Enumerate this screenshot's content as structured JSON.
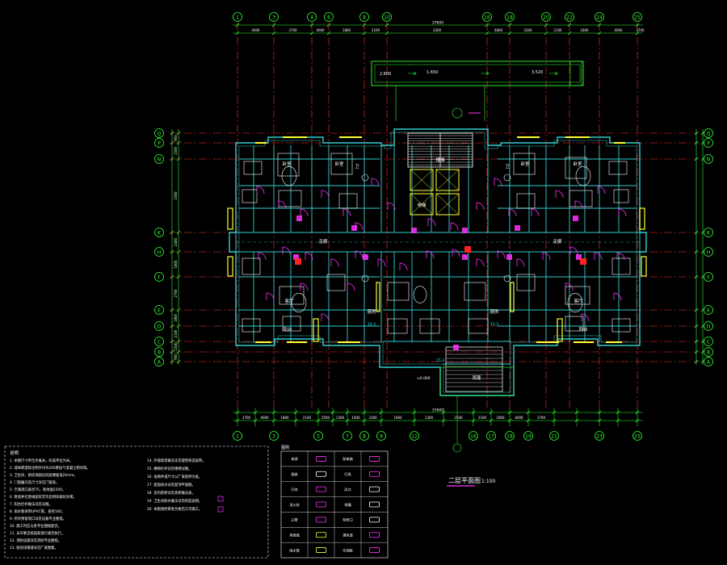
{
  "drawing": {
    "title": "二层平面图",
    "scale": "1:100",
    "colors": {
      "background": "#000000",
      "grid_axis": "#ff3333",
      "dimension": "#33ff33",
      "wall": "#33cccc",
      "door": "#ff33ff",
      "window": "#ffff33",
      "furniture": "#ffffff",
      "text": "#ffffff",
      "accent_cyan": "#00ffff"
    }
  },
  "axes": {
    "top": [
      "1",
      "3",
      "4",
      "6",
      "8",
      "10",
      "16",
      "18",
      "20",
      "22",
      "24",
      "25"
    ],
    "bottom": [
      "1",
      "3",
      "5",
      "7",
      "8",
      "9",
      "12",
      "16",
      "17",
      "18",
      "19",
      "21",
      "23",
      "25"
    ],
    "left": [
      "Q",
      "P",
      "N",
      "K",
      "H",
      "F",
      "E",
      "D",
      "C",
      "B",
      "A"
    ],
    "right": [
      "Q",
      "P",
      "N",
      "K",
      "H",
      "F",
      "E",
      "D",
      "C",
      "B",
      "A"
    ]
  },
  "dimensions": {
    "overall_top": "37600",
    "overall_bottom": "37600",
    "top_segments": [
      "4000",
      "3700",
      "4000",
      "1800",
      "2100",
      "3300",
      "4800",
      "3300",
      "2100",
      "1800",
      "4000",
      "3700"
    ],
    "bottom_segments": [
      "3700",
      "4000",
      "1800",
      "2100",
      "2500",
      "1300",
      "1600",
      "3300",
      "1600",
      "1300",
      "2500",
      "2100",
      "1800",
      "4000",
      "3700"
    ],
    "left_segments": [
      "900",
      "1500",
      "3300",
      "2400",
      "1800",
      "2700",
      "1800",
      "2100",
      "1500",
      "900"
    ]
  },
  "labels": {
    "room": "卧室",
    "living": "客厅",
    "kitchen": "厨房",
    "bath": "卫",
    "balcony": "阳台",
    "corridor": "走廊",
    "stair": "楼梯",
    "elevator": "电梯",
    "canopy": "雨篷",
    "top_note_1": "2.800",
    "top_note_2": "1.650",
    "top_note_3": "3.520",
    "room_area": "15.3",
    "level": "±0.000"
  },
  "notes": {
    "heading": "说明",
    "lines": [
      "1. 本图尺寸单位为毫米，标高单位为米。",
      "2. 墙体厚度除注明外均为200厚加气混凝土砌块墙。",
      "3. 卫生间、厨房地面比同层楼面低20mm。",
      "4. 门窗编号及尺寸详见门窗表。",
      "5. 空调洞口直径75，距地面2200。",
      "6. 管道井在管线安装完毕后用同级砼封堵。",
      "7. 阳台栏杆做法详见详图。",
      "8. 雨水管采用UPVC管，直径100。",
      "9. 所有预留洞口详见设备专业图纸。",
      "10. 施工时应与各专业图纸配合。",
      "11. 未尽事宜按国家现行规范执行。",
      "12. 消防设施详见消防专业图纸。",
      "13. 厨房排烟道详见厂家图集。"
    ],
    "lines_right": [
      "14. 外墙保温做法详见建筑构造说明。",
      "15. 楼梯栏杆详见楼梯详图。",
      "16. 电梯井道尺寸以厂家提供为准。",
      "17. 屋面排水详见屋顶平面图。",
      "18. 室内装修详见装修做法表。",
      "19. 卫生间防水做法详见构造说明。",
      "20. 本图须经审查合格后方可施工。"
    ]
  },
  "legend": {
    "heading": "图例",
    "items": [
      {
        "label": "电源"
      },
      {
        "label": "配电箱"
      },
      {
        "label": "插座"
      },
      {
        "label": "灯具"
      },
      {
        "label": "开关"
      },
      {
        "label": "风口"
      },
      {
        "label": "消火栓"
      },
      {
        "label": "地漏"
      },
      {
        "label": "立管"
      },
      {
        "label": "检修口"
      },
      {
        "label": "排烟道"
      },
      {
        "label": "通风道"
      },
      {
        "label": "雨水管"
      },
      {
        "label": "空调板"
      }
    ]
  }
}
